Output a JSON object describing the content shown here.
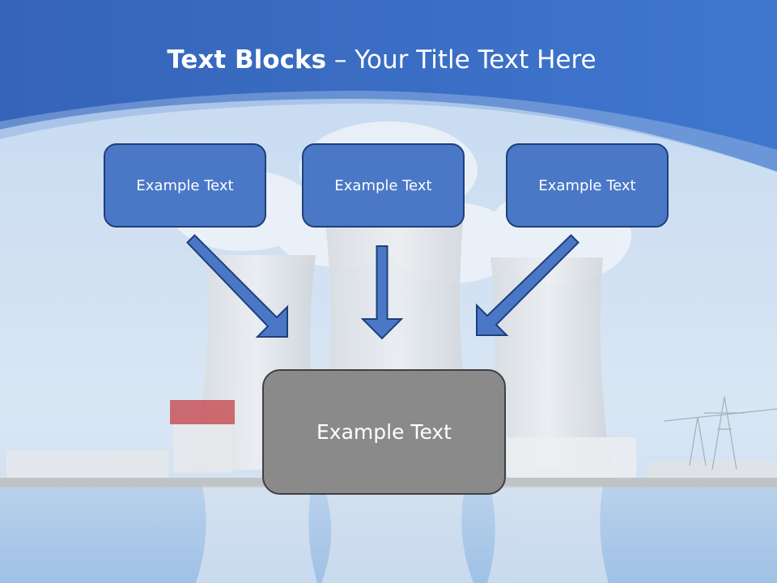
{
  "title": {
    "bold_part": "Text Blocks",
    "separator": " – ",
    "rest": "Your Title Text Here"
  },
  "blocks": {
    "top": [
      {
        "label": "Example Text"
      },
      {
        "label": "Example Text"
      },
      {
        "label": "Example Text"
      }
    ],
    "bottom": {
      "label": "Example Text"
    }
  },
  "colors": {
    "header_blue": "#3a6fc4",
    "box_fill": "#4a78c7",
    "box_border": "#1f3f7a",
    "bottom_fill": "#8a8a8a",
    "arrow_fill": "#4a78c7"
  }
}
